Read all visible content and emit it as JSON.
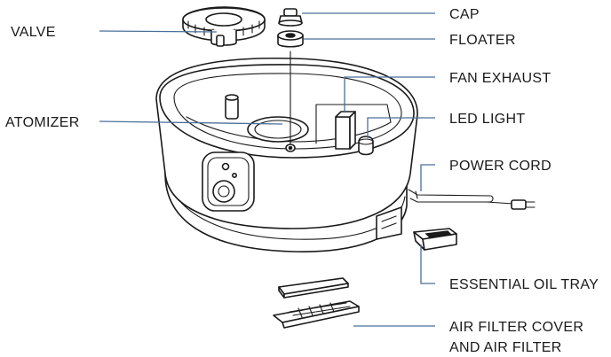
{
  "labels": {
    "valve": "VALVE",
    "cap": "CAP",
    "floater": "FLOATER",
    "fan_exhaust": "FAN EXHAUST",
    "atomizer": "ATOMIZER",
    "led_light": "LED LIGHT",
    "power_cord": "POWER CORD",
    "essential_oil_tray": "ESSENTIAL OIL TRAY",
    "air_filter_line1": "AIR FILTER COVER",
    "air_filter_line2": "AND AIR FILTER"
  },
  "colors": {
    "ink": "#1a1a1a",
    "leader": "#4a6f9a",
    "background": "#ffffff"
  }
}
